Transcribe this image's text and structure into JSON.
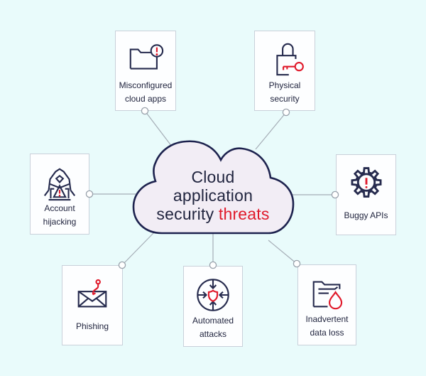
{
  "palette": {
    "bg": "#e9fbfb",
    "navy": "#262b4e",
    "red": "#e01a2b",
    "line": "#a5adb6",
    "border": "#c9d0da",
    "boxfill": "#fdfeff",
    "cloudfill": "#f2edf5",
    "cloudstroke": "#1d224e",
    "text": "#21253f"
  },
  "cloud": {
    "line1": "Cloud",
    "line2": "application",
    "line3_prefix": "security",
    "line3_accent": "threats"
  },
  "nodes": [
    {
      "id": "misconfigured-cloud-apps",
      "label": "Misconfigured cloud apps",
      "icon": "folder-alert-icon"
    },
    {
      "id": "physical-security",
      "label": "Physical security",
      "icon": "lock-key-icon"
    },
    {
      "id": "account-hijacking",
      "label": "Account hijacking",
      "icon": "hacker-warning-icon"
    },
    {
      "id": "buggy-apis",
      "label": "Buggy APIs",
      "icon": "gear-alert-icon"
    },
    {
      "id": "phishing",
      "label": "Phishing",
      "icon": "envelope-hook-icon"
    },
    {
      "id": "automated-attacks",
      "label": "Automated attacks",
      "icon": "shield-arrows-icon"
    },
    {
      "id": "inadvertent-data-loss",
      "label": "Inadvertent data loss",
      "icon": "folder-droplet-icon"
    }
  ]
}
